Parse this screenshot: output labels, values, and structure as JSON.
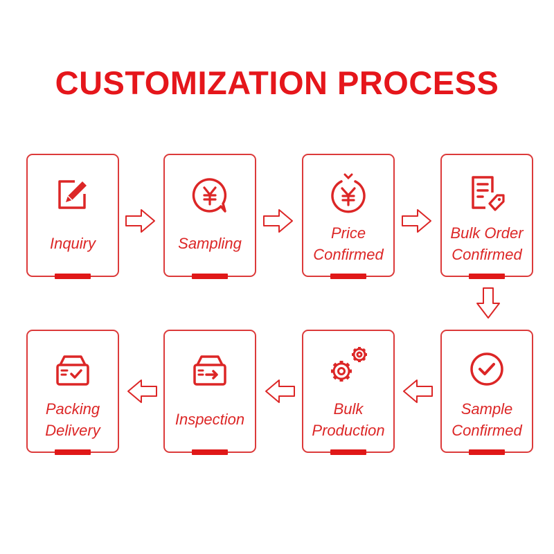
{
  "title": "CUSTOMIZATION PROCESS",
  "accent_color": "#e5161b",
  "steps": [
    {
      "lines": [
        "Inquiry"
      ],
      "icon": "edit-document-icon"
    },
    {
      "lines": [
        "Sampling"
      ],
      "icon": "yen-speech-bubble-icon"
    },
    {
      "lines": [
        "Price",
        "Confirmed"
      ],
      "icon": "yen-coin-icon"
    },
    {
      "lines": [
        "Bulk Order",
        "Confirmed"
      ],
      "icon": "order-form-tag-icon"
    },
    {
      "lines": [
        "Sample",
        "Confirmed"
      ],
      "icon": "check-circle-icon"
    },
    {
      "lines": [
        "Bulk",
        "Production"
      ],
      "icon": "gears-icon"
    },
    {
      "lines": [
        "Inspection"
      ],
      "icon": "inbox-arrow-icon"
    },
    {
      "lines": [
        "Packing",
        "Delivery"
      ],
      "icon": "inbox-check-icon"
    }
  ]
}
